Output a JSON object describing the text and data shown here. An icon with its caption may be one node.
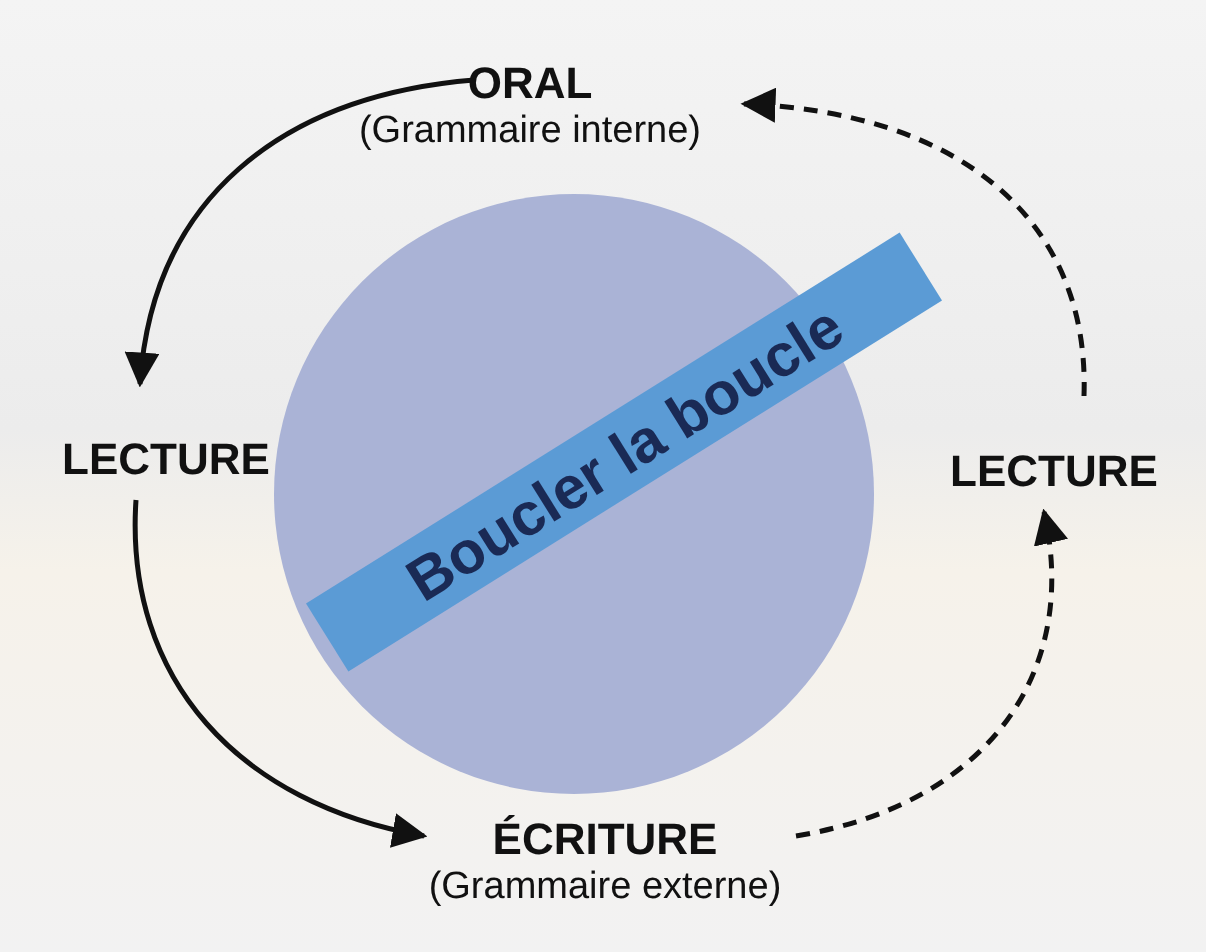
{
  "diagram": {
    "nodes": [
      {
        "text": [
          "ORAL",
          "(Grammaire interne)"
        ]
      },
      {
        "text": [
          "LECTURE"
        ]
      },
      {
        "text": [
          "ÉCRITURE",
          "(Grammaire externe)"
        ]
      },
      {
        "text": [
          "LECTURE"
        ]
      },
      {
        "text": [
          "Boucler la boucle"
        ]
      }
    ],
    "edges": [
      {
        "from": 0,
        "to": 1,
        "arrow": "to"
      },
      {
        "from": 1,
        "to": 2,
        "arrow": "to"
      },
      {
        "from": 2,
        "to": 3,
        "arrow": "to",
        "style": "dashed"
      },
      {
        "from": 3,
        "to": 0,
        "arrow": "to",
        "style": "dashed"
      }
    ]
  }
}
